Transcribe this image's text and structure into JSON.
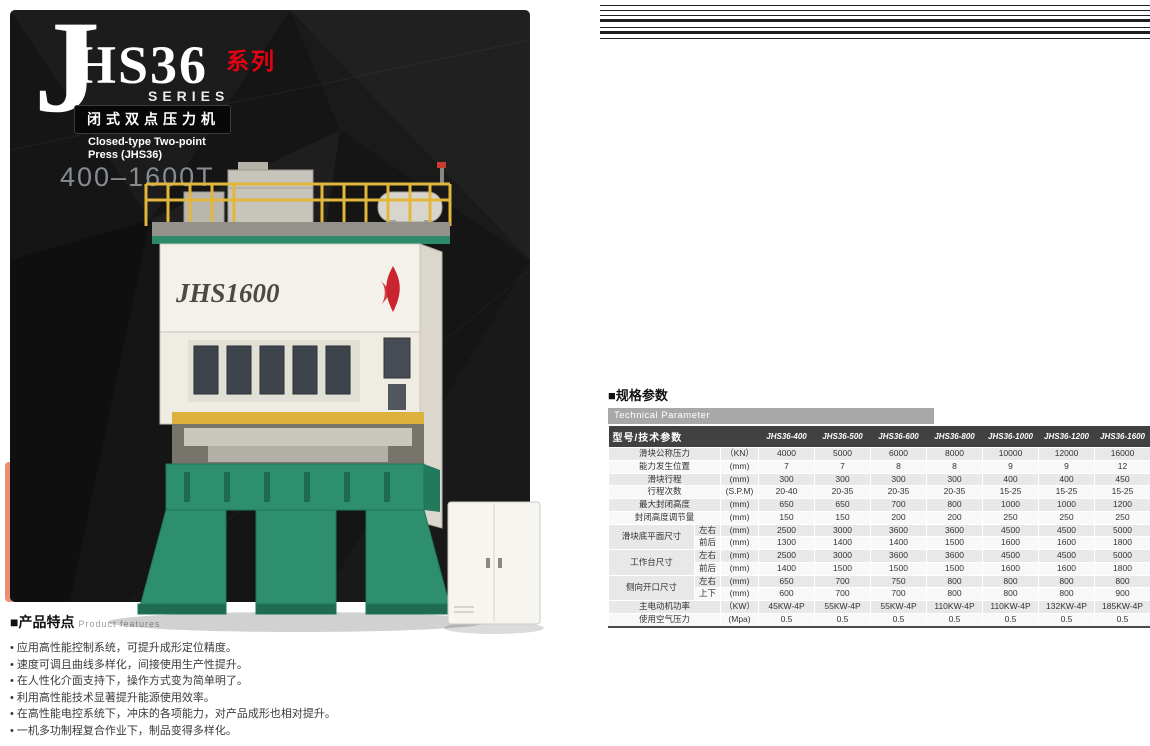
{
  "colors": {
    "accent_red": "#e60012",
    "coral_accent": "#ee8e70",
    "machine_green": "#2e8f6e",
    "machine_yellow": "#e2b63a",
    "panel_black": "#151515"
  },
  "hero": {
    "big_letter": "J",
    "title_rest": "HS36",
    "title_suffix": "系列",
    "series_en": "SERIES",
    "badge": "闭式双点压力机",
    "subtitle_line1": "Closed-type Two-point",
    "subtitle_line2": "Press (JHS36)",
    "tonnage": "400–1600T",
    "machine_label": "JHS1600"
  },
  "features": {
    "heading": "■产品特点",
    "heading_en": "Product features",
    "items": [
      "应用高性能控制系统，可提升成形定位精度。",
      "速度可调且曲线多样化，间接使用生产性提升。",
      "在人性化介面支持下，操作方式变为简单明了。",
      "利用高性能技术显著提升能源使用效率。",
      "在高性能电控系统下，冲床的各项能力，对产品成形也相对提升。",
      "一机多功制程复合作业下，制品变得多样化。"
    ]
  },
  "specs": {
    "heading": "■规格参数",
    "subheading": "Technical Parameter",
    "corner_label": "型号/技术参数",
    "models": [
      "JHS36-400",
      "JHS36-500",
      "JHS36-600",
      "JHS36-800",
      "JHS36-1000",
      "JHS36-1200",
      "JHS36-1600"
    ],
    "rows": [
      {
        "name": "滑块公称压力",
        "unit": "（KN）",
        "values": [
          "4000",
          "5000",
          "6000",
          "8000",
          "10000",
          "12000",
          "16000"
        ]
      },
      {
        "name": "能力发生位置",
        "unit": "(mm)",
        "values": [
          "7",
          "7",
          "8",
          "8",
          "9",
          "9",
          "12"
        ]
      },
      {
        "name": "滑块行程",
        "unit": "(mm)",
        "values": [
          "300",
          "300",
          "300",
          "300",
          "400",
          "400",
          "450"
        ]
      },
      {
        "name": "行程次数",
        "unit": "(S.P.M)",
        "values": [
          "20-40",
          "20-35",
          "20-35",
          "20-35",
          "15-25",
          "15-25",
          "15-25"
        ]
      },
      {
        "name": "最大封闭高度",
        "unit": "(mm)",
        "values": [
          "650",
          "650",
          "700",
          "800",
          "1000",
          "1000",
          "1200"
        ]
      },
      {
        "name": "封闭高度调节量",
        "unit": "(mm)",
        "values": [
          "150",
          "150",
          "200",
          "200",
          "250",
          "250",
          "250"
        ]
      },
      {
        "name": "滑块底平面尺寸",
        "subs": [
          {
            "label": "左右",
            "unit": "(mm)",
            "values": [
              "2500",
              "3000",
              "3600",
              "3600",
              "4500",
              "4500",
              "5000"
            ]
          },
          {
            "label": "前后",
            "unit": "(mm)",
            "values": [
              "1300",
              "1400",
              "1400",
              "1500",
              "1600",
              "1600",
              "1800"
            ]
          }
        ]
      },
      {
        "name": "工作台尺寸",
        "subs": [
          {
            "label": "左右",
            "unit": "(mm)",
            "values": [
              "2500",
              "3000",
              "3600",
              "3600",
              "4500",
              "4500",
              "5000"
            ]
          },
          {
            "label": "前后",
            "unit": "(mm)",
            "values": [
              "1400",
              "1500",
              "1500",
              "1500",
              "1600",
              "1600",
              "1800"
            ]
          }
        ]
      },
      {
        "name": "侧向开口尺寸",
        "subs": [
          {
            "label": "左右",
            "unit": "(mm)",
            "values": [
              "650",
              "700",
              "750",
              "800",
              "800",
              "800",
              "800"
            ]
          },
          {
            "label": "上下",
            "unit": "(mm)",
            "values": [
              "600",
              "700",
              "700",
              "800",
              "800",
              "800",
              "900"
            ]
          }
        ]
      },
      {
        "name": "主电动机功率",
        "unit": "（KW）",
        "values": [
          "45KW-4P",
          "55KW-4P",
          "55KW-4P",
          "110KW-4P",
          "110KW-4P",
          "132KW-4P",
          "185KW-4P"
        ]
      },
      {
        "name": "使用空气压力",
        "unit": "(Mpa)",
        "values": [
          "0.5",
          "0.5",
          "0.5",
          "0.5",
          "0.5",
          "0.5",
          "0.5"
        ]
      }
    ]
  }
}
